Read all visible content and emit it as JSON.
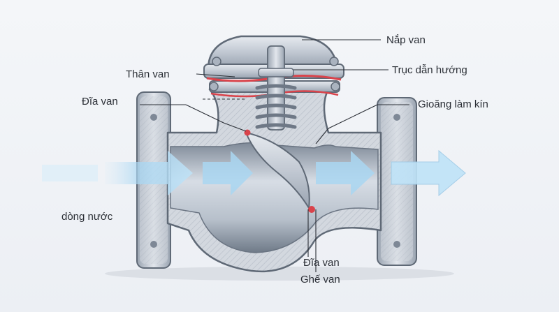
{
  "diagram": {
    "labels": {
      "nap_van": "Nắp van",
      "than_van": "Thân van",
      "truc_dan_huong": "Trục dẫn hướng",
      "dia_van_top": "Đĩa van",
      "gioang_lam_kin": "Gioăng làm kín",
      "dong_nuoc": "dòng nước",
      "dia_van_bottom": "Đĩa van",
      "ghe_van": "Ghế van"
    },
    "colors": {
      "metal": "#c9d0da",
      "metal_dark": "#8b95a3",
      "gasket": "#d9434b",
      "flow": "#9fd0ef"
    }
  }
}
